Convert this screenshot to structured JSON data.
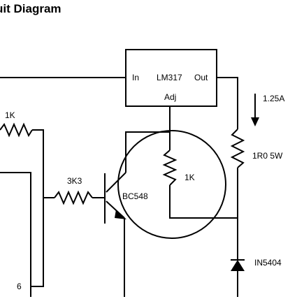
{
  "diagram": {
    "title": "uit Diagram",
    "regulator": {
      "name": "LM317",
      "pin_in": "In",
      "pin_out": "Out",
      "pin_adj": "Adj"
    },
    "current_label": "1.25A",
    "resistor_top_left": "1K",
    "resistor_base": "3K3",
    "resistor_emitter": "1K",
    "resistor_sense": "1R0 5W",
    "transistor": "BC548",
    "diode": "IN5404",
    "ic_pin": "6"
  },
  "colors": {
    "line": "#000000",
    "background": "#ffffff"
  }
}
